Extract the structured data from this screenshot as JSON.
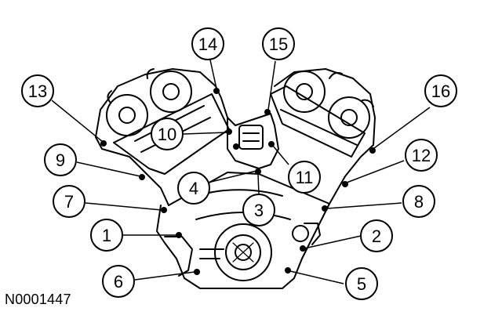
{
  "figure_code": "N0001447",
  "callouts": [
    "1",
    "2",
    "3",
    "4",
    "5",
    "6",
    "7",
    "8",
    "9",
    "10",
    "11",
    "12",
    "13",
    "14",
    "15",
    "16"
  ]
}
